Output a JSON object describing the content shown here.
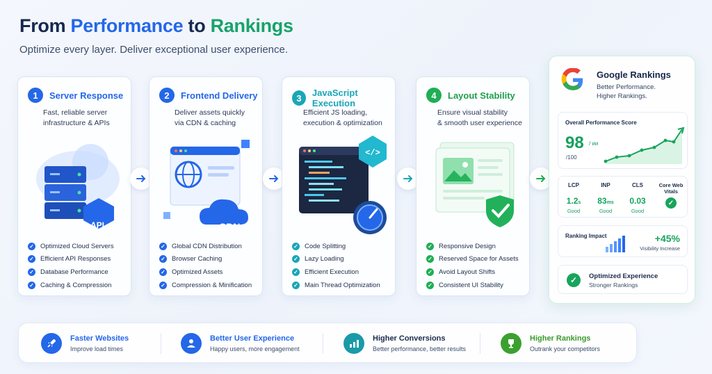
{
  "header": {
    "title_part1": "From",
    "title_part2": "Performance",
    "title_part3": "to",
    "title_part4": "Rankings",
    "subtitle": "Optimize every layer. Deliver exceptional user experience."
  },
  "cards": [
    {
      "number": "1",
      "title": "Server Response",
      "desc_line1": "Fast, reliable server",
      "desc_line2": "infrastructure & APIs",
      "badge": "API",
      "color": "#2467e8",
      "checks": [
        "Optimized Cloud Servers",
        "Efficient API Responses",
        "Database Performance",
        "Caching & Compression"
      ]
    },
    {
      "number": "2",
      "title": "Frontend Delivery",
      "desc_line1": "Deliver assets quickly",
      "desc_line2": "via CDN & caching",
      "badge": "CDN",
      "color": "#2467e8",
      "checks": [
        "Global CDN Distribution",
        "Browser Caching",
        "Optimized Assets",
        "Compression & Minification"
      ]
    },
    {
      "number": "3",
      "title": "JavaScript Execution",
      "desc_line1": "Efficient JS loading,",
      "desc_line2": "execution & optimization",
      "color": "#1aa6b7",
      "checks": [
        "Code Splitting",
        "Lazy Loading",
        "Efficient Execution",
        "Main Thread Optimization"
      ]
    },
    {
      "number": "4",
      "title": "Layout Stability",
      "desc_line1": "Ensure visual stability",
      "desc_line2": "& smooth user experience",
      "color": "#1fae55",
      "checks": [
        "Responsive Design",
        "Reserved Space for Assets",
        "Avoid Layout Shifts",
        "Consistent UI Stability"
      ]
    }
  ],
  "google": {
    "title": "Google Rankings",
    "sub_line1": "Better Performance.",
    "sub_line2": "Higher Rankings.",
    "score_label": "Overall Performance Score",
    "score": "98",
    "score_unit": "/ ии",
    "score_max": "/100",
    "metrics": [
      {
        "name": "LCP",
        "value": "1.2",
        "unit": "s",
        "status": "Good"
      },
      {
        "name": "INP",
        "value": "83",
        "unit": "ms",
        "status": "Good"
      },
      {
        "name": "CLS",
        "value": "0.03",
        "unit": "",
        "status": "Good"
      },
      {
        "name": "Core Web Vitals",
        "value": "",
        "unit": "",
        "status": ""
      }
    ],
    "impact_label": "Ranking Impact",
    "impact_value": "+45%",
    "impact_sub": "Visibility Increase",
    "opt_title": "Optimized Experience",
    "opt_sub": "Stronger Rankings"
  },
  "benefits": [
    {
      "title": "Faster Websites",
      "sub": "Improve load times",
      "color": "#2467e8",
      "icon": "rocket-icon"
    },
    {
      "title": "Better User Experience",
      "sub": "Happy users, more engagement",
      "color": "#2467e8",
      "icon": "user-icon"
    },
    {
      "title": "Higher Conversions",
      "sub": "Better performance, better results",
      "color": "#1a9aa8",
      "icon": "bar-chart-icon"
    },
    {
      "title": "Higher Rankings",
      "sub": "Outrank your competitors",
      "color": "#3aa12f",
      "icon": "trophy-icon"
    }
  ]
}
